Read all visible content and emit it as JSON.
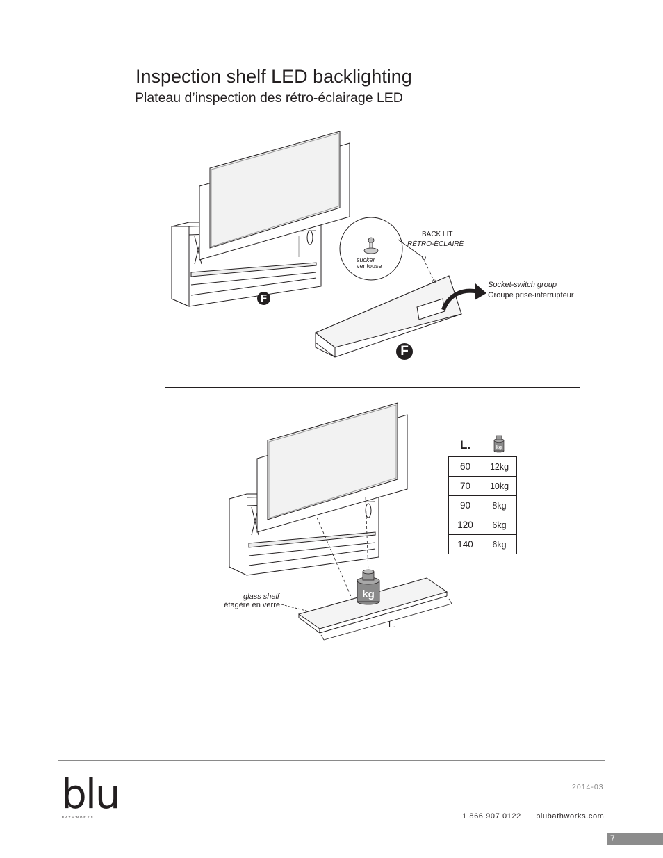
{
  "header": {
    "title": "Inspection shelf LED backlighting",
    "subtitle": "Plateau d’inspection des rétro-éclairage LED"
  },
  "figure_top": {
    "back_lit_en": "BACK LIT",
    "back_lit_fr": "RÉTRO-ÉCLAIRÉ",
    "sucker_en": "sucker",
    "sucker_fr": "ventouse",
    "socket_en": "Socket-switch group",
    "socket_fr": "Groupe prise-interrupteur",
    "badge_letter": "F"
  },
  "figure_bottom": {
    "glass_shelf_en": "glass shelf",
    "glass_shelf_fr": "étagère en verre",
    "length_label": "L.",
    "weight_icon_label": "kg"
  },
  "load_table": {
    "length_header": "L.",
    "weight_icon_label": "kg",
    "rows": [
      {
        "length": "60",
        "weight": "12kg"
      },
      {
        "length": "70",
        "weight": "10kg"
      },
      {
        "length": "90",
        "weight": "8kg"
      },
      {
        "length": "120",
        "weight": "6kg"
      },
      {
        "length": "140",
        "weight": "6kg"
      }
    ]
  },
  "footer": {
    "logo_text": "blu",
    "logo_subtext": "BATHWORKS",
    "date": "2014-03",
    "phone": "1 866 907 0122",
    "website": "blubathworks.com",
    "page_number": "7"
  }
}
